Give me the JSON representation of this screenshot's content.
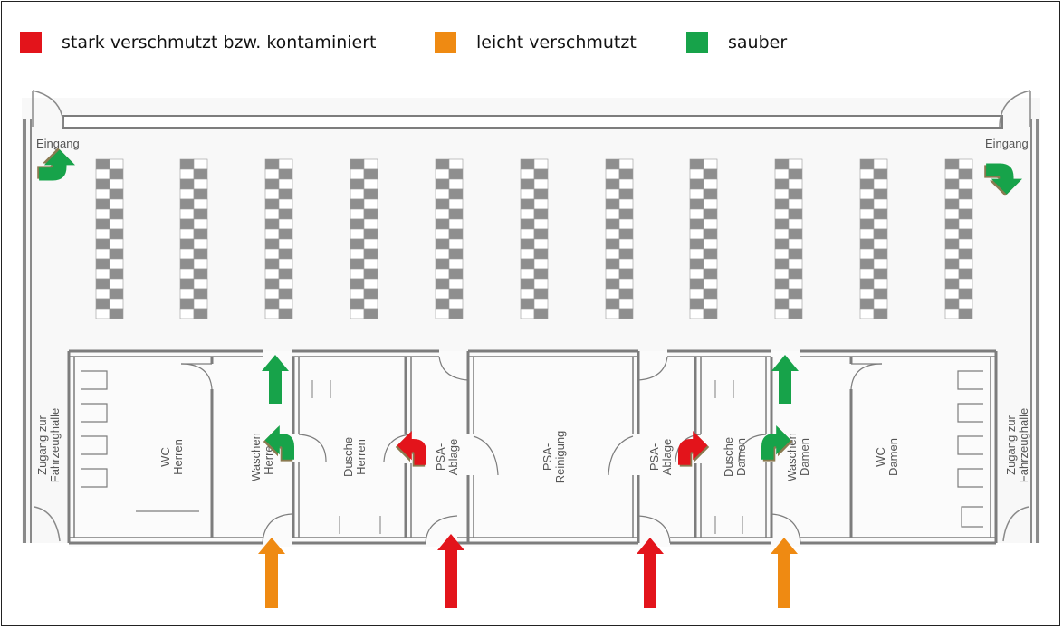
{
  "legend": [
    {
      "label": "stark verschmutzt bzw. kontaminiert",
      "color": "#e3141b"
    },
    {
      "label": "leicht verschmutzt",
      "color": "#ef8a12"
    },
    {
      "label": "sauber",
      "color": "#17a34a"
    }
  ],
  "colors": {
    "dirty": "#e3141b",
    "light": "#ef8a12",
    "clean": "#17a34a",
    "wall": "#8a8a8a",
    "floor": "#f7f7f7",
    "locker_dark": "#8e8e8e",
    "locker_light": "#ffffff"
  },
  "labels": {
    "entrance_left": "Eingang",
    "entrance_right": "Eingang",
    "access_left": "Zugang zur\nFahrzeughalle",
    "access_right": "Zugang zur\nFahrzeughalle"
  },
  "rooms": [
    {
      "id": "wc-herren",
      "label": "WC\nHerren"
    },
    {
      "id": "waschen-herren",
      "label": "Waschen\nHerren"
    },
    {
      "id": "dusche-herren",
      "label": "Dusche\nHerren"
    },
    {
      "id": "psa-ablage-links",
      "label": "PSA-\nAblage"
    },
    {
      "id": "psa-reinigung",
      "label": "PSA-\nReinigung"
    },
    {
      "id": "psa-ablage-rechts",
      "label": "PSA-\nAblage"
    },
    {
      "id": "dusche-damen",
      "label": "Dusche\nDamen"
    },
    {
      "id": "waschen-damen",
      "label": "Waschen\nDamen"
    },
    {
      "id": "wc-damen",
      "label": "WC\nDamen"
    }
  ],
  "locker_rows": 11,
  "flow_arrows": [
    {
      "id": "entrance-left",
      "kind": "clean",
      "shape": "turn"
    },
    {
      "id": "entrance-right",
      "kind": "clean",
      "shape": "turn"
    },
    {
      "id": "waschen-herren-out",
      "kind": "clean",
      "shape": "up"
    },
    {
      "id": "waschen-herren-turn",
      "kind": "clean",
      "shape": "turn"
    },
    {
      "id": "psa-ablage-links-turn",
      "kind": "dirty",
      "shape": "turn"
    },
    {
      "id": "psa-ablage-rechts-turn",
      "kind": "dirty",
      "shape": "turn"
    },
    {
      "id": "waschen-damen-turn",
      "kind": "clean",
      "shape": "turn"
    },
    {
      "id": "waschen-damen-out",
      "kind": "clean",
      "shape": "up"
    },
    {
      "id": "in-waschen-herren",
      "kind": "light",
      "shape": "up"
    },
    {
      "id": "in-psa-ablage-links",
      "kind": "dirty",
      "shape": "up"
    },
    {
      "id": "in-psa-ablage-rechts",
      "kind": "dirty",
      "shape": "up"
    },
    {
      "id": "in-waschen-damen",
      "kind": "light",
      "shape": "up"
    }
  ]
}
